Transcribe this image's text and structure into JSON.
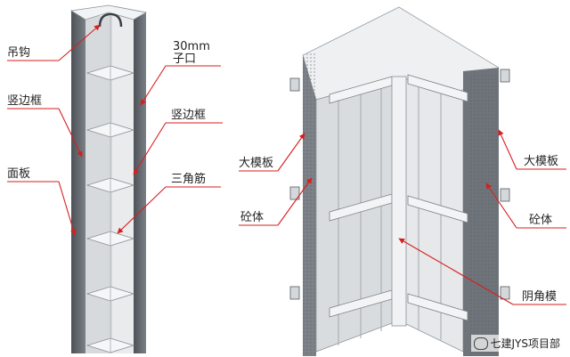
{
  "labels": {
    "hook": "吊钩",
    "lip": "30mm\n子口",
    "vframe_left": "竖边框",
    "vframe_right": "竖边框",
    "panel": "面板",
    "triangle_rib": "三角筋",
    "big_form_left": "大模板",
    "concrete_left": "砼体",
    "big_form_right": "大模板",
    "concrete_right": "砼体",
    "inner_corner": "阴角模"
  },
  "watermark": "七建JYS项目部",
  "colors": {
    "leader": "#d81e1e",
    "underline": "#d81e1e",
    "metal_light": "#e8eaec",
    "metal_mid": "#c9cdd1",
    "metal_dark": "#5c6168",
    "concrete": "#a9adb2",
    "concrete_dark": "#6f747a"
  },
  "icons": [
    "wechat-icon"
  ]
}
